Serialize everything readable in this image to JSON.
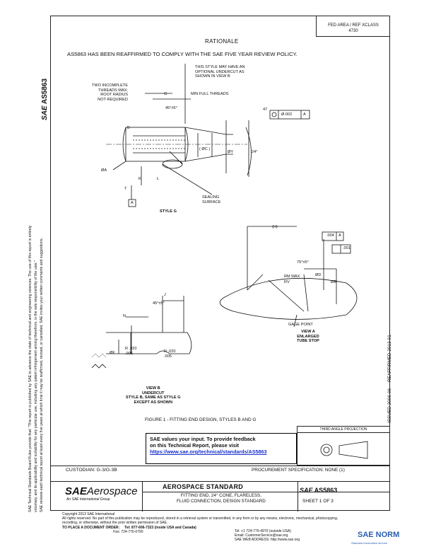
{
  "header": {
    "fed_area": "FED AREA / REF XCLASS\n4730",
    "rationale_heading": "RATIONALE",
    "rationale_text": "AS5863 HAS BEEN REAFFIRMED TO COMPLY WITH THE SAE FIVE YEAR REVIEW POLICY."
  },
  "sidebar": {
    "doc_id": "AS5863",
    "sae_mark": "SAE",
    "legal_1": "SAE Technical Standards Board Rules provide that: \"This report is published by SAE to advance the state of technical and engineering sciences. The use of this report is entirely",
    "legal_2": "voluntary, and its applicability and suitability for any particular use, including any patent infringement arising therefrom, is the sole responsibility of the user.\"",
    "legal_3": "SAE reviews each technical report at least every five years at which time it may be reaffirmed, revised, or cancelled. SAE invites your written comments and suggestions.",
    "issued": "ISSUED 2006-06",
    "reaffirmed": "REAFFIRMED 2013-01"
  },
  "drawing": {
    "style_g": {
      "two_incomplete": "TWO INCOMPLETE\nTHREADS MAX;\nROOT RADIUS\nNOT REQUIRED",
      "this_style": "THIS STYLE MAY HAVE AN\nOPTIONAL UNDERCUT AS\nSHOWN IN VIEW B",
      "g": "G",
      "min_full": "MIN FULL THREADS",
      "angle": "45°±5°",
      "b": "B",
      "c": "( ØC )",
      "y": "ØY",
      "deg24": "24°",
      "a_dia": "ØA",
      "k": "K",
      "l": "L",
      "t": "T",
      "a_box": "A",
      "sealing": "SEALING\nSURFACE",
      "style_label": "STYLE G",
      "tol_47": "47",
      "tol_value": "Ø.002",
      "tol_ref": "A"
    },
    "view_a": {
      "h": "(H)",
      "tol1": ".004",
      "tol1_ref": "A",
      "tol2": ".001",
      "angle": "75°±5°",
      "rm_max": "RM MAX",
      "rv": "RV",
      "d": "ØD",
      "b": "ØB",
      "gage_point": "GAGE POINT",
      "label": "VIEW A\nENLARGED\nTUBE STOP"
    },
    "view_b": {
      "j": "J",
      "angle": "45°±5°",
      "n": "N",
      "f": "ØF",
      "r1": "R .020\n.005",
      "r2": "R .020\n.005",
      "label": "VIEW B\nUNDERCUT\nSTYLE B, SAME AS STYLE G\nEXCEPT AS SHOWN"
    },
    "figure_caption": "FIGURE 1 - FITTING END DESIGN, STYLES B AND G"
  },
  "feedback": {
    "line1": "SAE values your input. To provide feedback",
    "line2": "on this Technical Report, please visit",
    "link": "https://www.sae.org/technical/standards/AS5863"
  },
  "third_angle": "THIRD ANGLE PROJECTION",
  "custodian": "CUSTODIAN: G-3/G-3B",
  "procurement": "PROCUREMENT SPECIFICATION: NONE (1)",
  "titleblock": {
    "logo_bold": "SAE",
    "logo_rest": "Aerospace",
    "logo_sub": "An SAE International Group",
    "standard": "AEROSPACE STANDARD",
    "desc": "FITTING END, 24° CONE, FLARELESS,\nFLUID CONNECTION, DESIGN STANDARD",
    "number": "AS5863",
    "sheet": "SHEET 1 OF 3"
  },
  "footer": {
    "line1": "Copyright 2013 SAE International",
    "line2": "All rights reserved. No part of this publication may be reproduced, stored in a retrieval system or transmitted, in any form or by any means, electronic, mechanical, photocopying,",
    "line3": "recording, or otherwise, without the prior written permission of SAE.",
    "line4": "TO PLACE A DOCUMENT ORDER:     Tel: 877-606-7323 (inside USA and Canada)",
    "line5": "                                                    Fax: 724-776-0790",
    "r1": "Tel: +1 724-776-4970 (outside USA)",
    "r2": "Email: CustomerService@sae.org",
    "r3": "SAE WEB ADDRESS: http://www.sae.org"
  },
  "watermark": {
    "text": "SAE NORM",
    "sub": "Standard information service"
  }
}
